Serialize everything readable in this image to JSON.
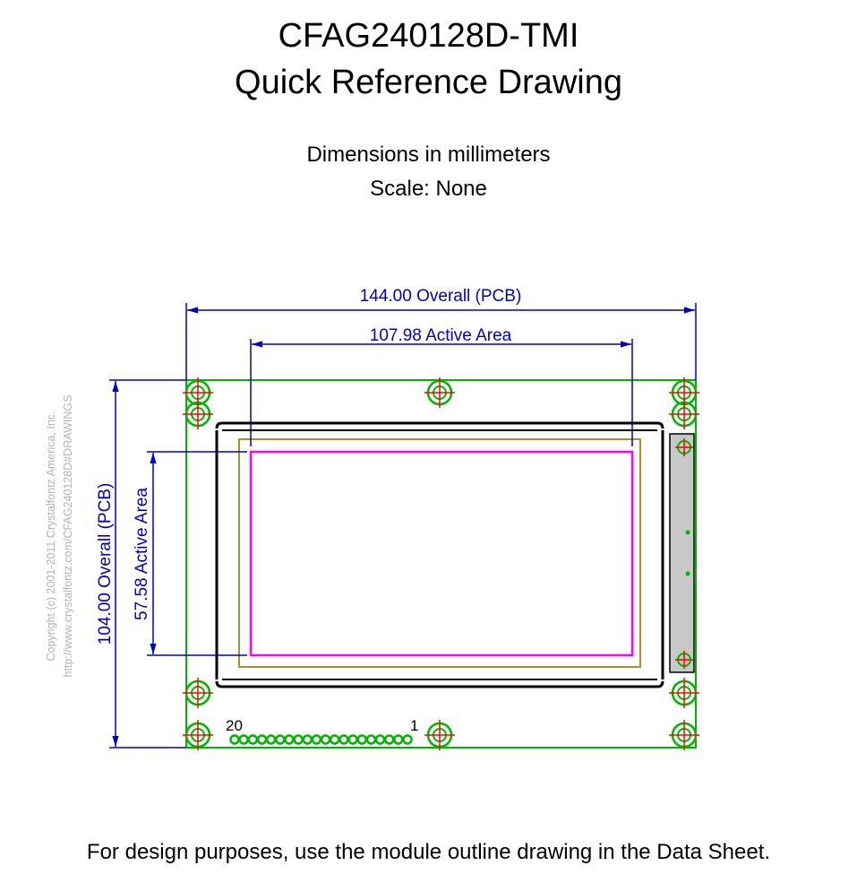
{
  "header": {
    "title_line1": "CFAG240128D-TMI",
    "title_line2": "Quick Reference Drawing",
    "units": "Dimensions in millimeters",
    "scale": "Scale: None"
  },
  "dimensions": {
    "overall_width": "144.00 Overall (PCB)",
    "active_width": "107.98 Active Area",
    "overall_height": "104.00 Overall (PCB)",
    "active_height": "57.58 Active Area"
  },
  "connector": {
    "pin_start_label": "20",
    "pin_end_label": "1",
    "pin_count": 20
  },
  "copyright": {
    "line1": "Copyright (c) 2001-2011 Crystalfontz America, Inc.",
    "line2": "http://www.crystalfontz.com/CFAG240128D#DRAWINGS"
  },
  "colors": {
    "pcb_outline": "#00b400",
    "dimension": "#0000c8",
    "active_area": "#ff00ff",
    "viewing_area": "#b48c28",
    "center_mark": "#ff0000",
    "side_panel": "#c8c8c8"
  },
  "footer": {
    "note": "For design purposes, use the module outline drawing in the Data Sheet."
  }
}
